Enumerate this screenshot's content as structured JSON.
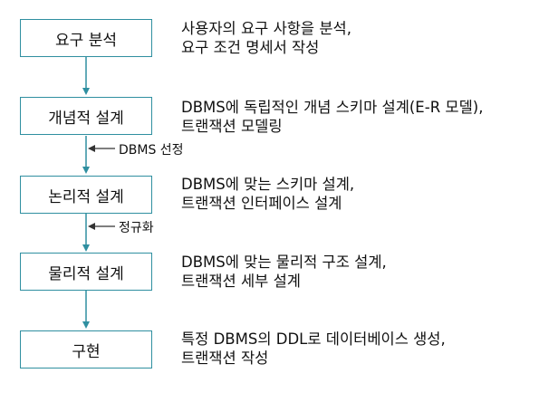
{
  "stages": [
    {
      "label": "요구 분석",
      "description": [
        "사용자의 요구 사항을 분석,",
        "요구 조건 명세서 작성"
      ]
    },
    {
      "label": "개념적 설계",
      "description": [
        "DBMS에 독립적인 개념 스키마 설계(E-R 모델),",
        "트랜잭션 모델링"
      ]
    },
    {
      "label": "논리적 설계",
      "description": [
        "DBMS에 맞는 스키마 설계,",
        "트랜잭션 인터페이스 설계"
      ]
    },
    {
      "label": "물리적 설계",
      "description": [
        "DBMS에 맞는 물리적 구조 설계,",
        "트랜잭션 세부 설계"
      ]
    },
    {
      "label": "구현",
      "description": [
        "특정 DBMS의 DDL로 데이터베이스 생성,",
        "트랜잭션 작성"
      ]
    }
  ],
  "side_inputs": [
    {
      "label": "DBMS 선정",
      "between": [
        1,
        2
      ]
    },
    {
      "label": "정규화",
      "between": [
        2,
        3
      ]
    }
  ],
  "colors": {
    "box_border": "#2f8fa0",
    "flow_arrow": "#2f8fa0",
    "side_arrow": "#333333",
    "text": "#111111"
  }
}
